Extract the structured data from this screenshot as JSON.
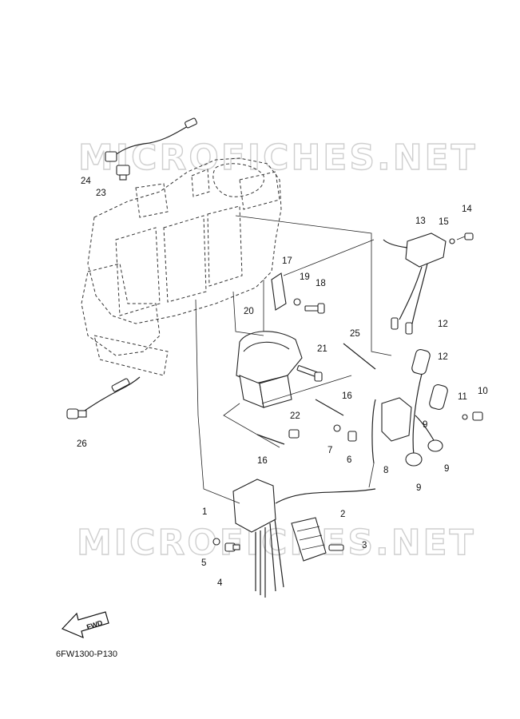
{
  "watermarks": [
    "MICROFICHES.NET",
    "MICROFICHES.NET"
  ],
  "callouts": [
    "1",
    "2",
    "3",
    "4",
    "5",
    "6",
    "7",
    "8",
    "9",
    "9",
    "9",
    "10",
    "11",
    "12",
    "12",
    "13",
    "14",
    "15",
    "16",
    "16",
    "17",
    "18",
    "19",
    "20",
    "21",
    "22",
    "23",
    "24",
    "25",
    "26"
  ],
  "fwd_label": "FWD",
  "diagram_ref": "6FW1300-P130"
}
